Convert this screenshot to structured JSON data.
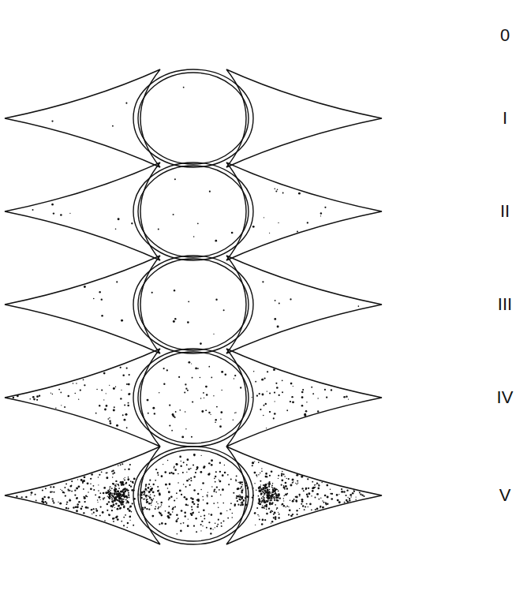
{
  "diagram": {
    "labels": [
      "0",
      "I",
      "II",
      "III",
      "IV",
      "V"
    ]
  }
}
